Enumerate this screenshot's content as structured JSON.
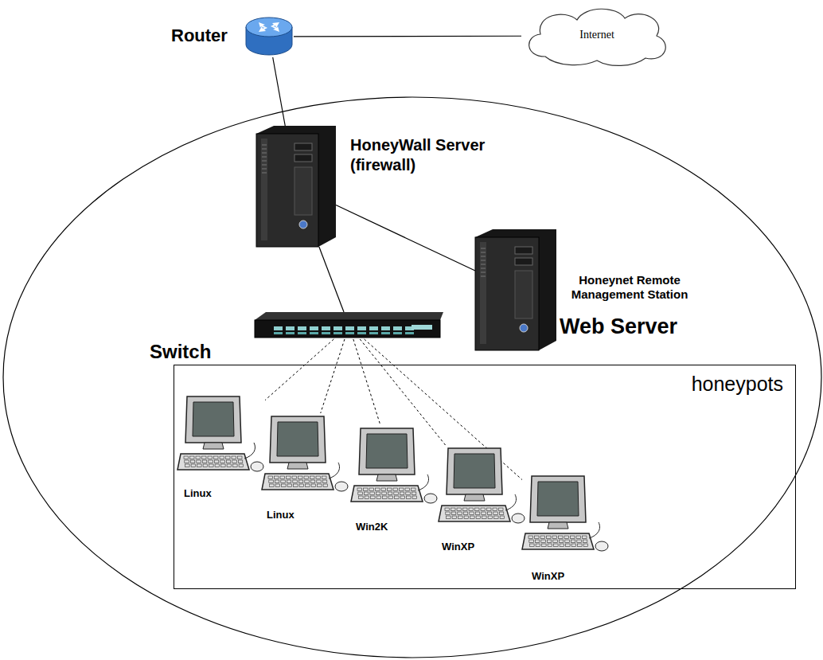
{
  "diagram": {
    "nodes": [
      {
        "text": [
          "Router"
        ]
      },
      {
        "text": [
          "Internet"
        ]
      },
      {
        "text": [
          "HoneyWall Server (firewall)"
        ]
      },
      {
        "text": [
          "Honeynet Remote Management Station",
          "Web Server"
        ]
      },
      {
        "text": [
          "Switch"
        ]
      },
      {
        "text": [
          "honeypots"
        ]
      },
      {
        "text": [
          "Linux"
        ],
        "in": 5
      },
      {
        "text": [
          "Linux"
        ],
        "in": 5
      },
      {
        "text": [
          "Win2K"
        ],
        "in": 5
      },
      {
        "text": [
          "WinXP"
        ],
        "in": 5
      },
      {
        "text": [
          "WinXP"
        ],
        "in": 5
      }
    ],
    "edges": [
      {
        "from": 0,
        "to": 1,
        "arrow": "none"
      },
      {
        "from": 0,
        "to": 2,
        "arrow": "none"
      },
      {
        "from": 2,
        "to": 4,
        "arrow": "none"
      },
      {
        "from": 2,
        "to": 3,
        "arrow": "none"
      },
      {
        "from": 4,
        "to": 6,
        "arrow": "none"
      },
      {
        "from": 4,
        "to": 7,
        "arrow": "none"
      },
      {
        "from": 4,
        "to": 8,
        "arrow": "none"
      },
      {
        "from": 4,
        "to": 9,
        "arrow": "none"
      },
      {
        "from": 4,
        "to": 10,
        "arrow": "none"
      }
    ]
  }
}
